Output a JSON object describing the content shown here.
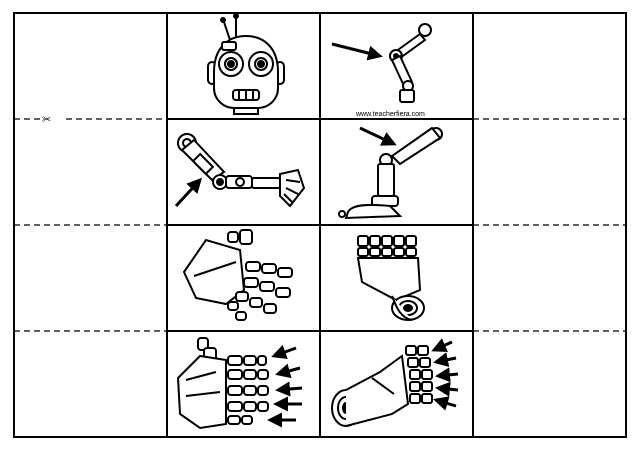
{
  "worksheet": {
    "watermark": "www.teacherfiera.com",
    "cut_icon": "scissors-icon",
    "cut_glyph": "✂"
  },
  "cells": [
    {
      "row": 1,
      "col": 1,
      "icon": "robot-head-icon"
    },
    {
      "row": 1,
      "col": 2,
      "icon": "robot-arm-pointing-arrow-icon"
    },
    {
      "row": 2,
      "col": 1,
      "icon": "robot-elbow-arrow-icon"
    },
    {
      "row": 2,
      "col": 2,
      "icon": "robot-knee-arrow-icon"
    },
    {
      "row": 3,
      "col": 1,
      "icon": "robot-hand-icon"
    },
    {
      "row": 3,
      "col": 2,
      "icon": "robot-foot-icon"
    },
    {
      "row": 4,
      "col": 1,
      "icon": "robot-fingers-arrows-icon"
    },
    {
      "row": 4,
      "col": 2,
      "icon": "robot-toes-arrows-icon"
    }
  ],
  "colors": {
    "ink": "#000000",
    "paper": "#ffffff"
  }
}
